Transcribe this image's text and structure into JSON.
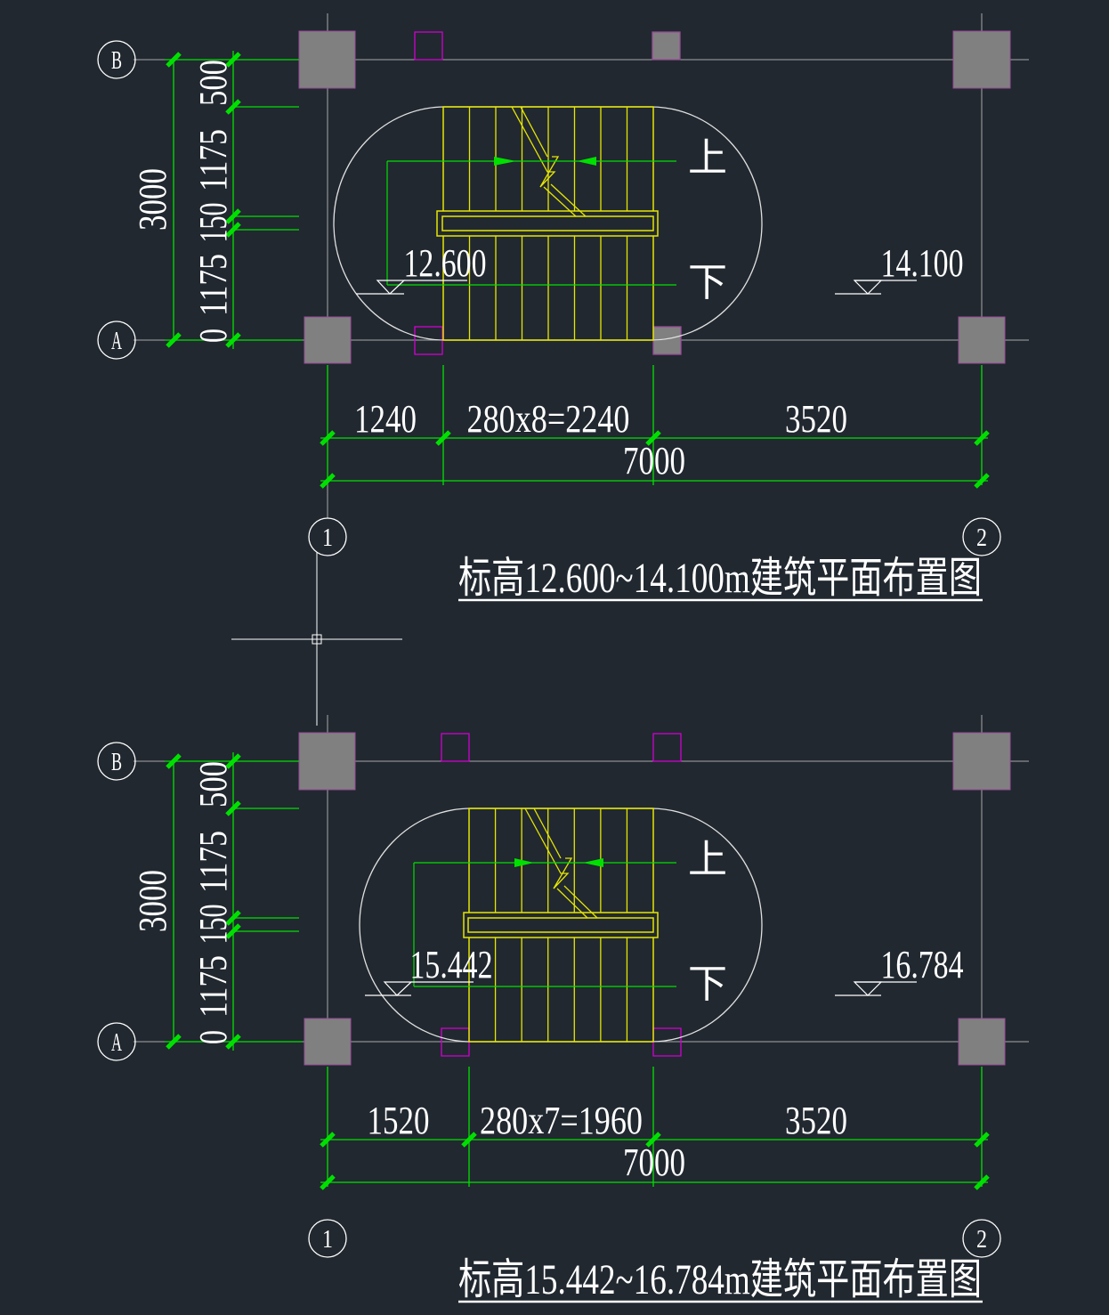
{
  "colors": {
    "background": "#212830",
    "grid": "#a8a8a8",
    "dimension": "#00e000",
    "stair": "#e6e600",
    "column": "#808080",
    "column_outline": "#9a4a9a",
    "opening": "#d000d0",
    "text": "#ffffff"
  },
  "plans": [
    {
      "axis_B": "B",
      "axis_A": "A",
      "axis_1": "1",
      "axis_2": "2",
      "dim_total_vertical": "3000",
      "dims_vertical": [
        "500",
        "1175",
        "150",
        "1175",
        "0"
      ],
      "dims_horizontal": [
        "1240",
        "280x8=2240",
        "3520"
      ],
      "dim_total_horizontal": "7000",
      "level_left": "12.600",
      "level_right": "14.100",
      "label_up": "上",
      "label_down": "下",
      "treads": 8,
      "title": "标高12.600~14.100m建筑平面布置图"
    },
    {
      "axis_B": "B",
      "axis_A": "A",
      "axis_1": "1",
      "axis_2": "2",
      "dim_total_vertical": "3000",
      "dims_vertical": [
        "500",
        "1175",
        "150",
        "1175",
        "0"
      ],
      "dims_horizontal": [
        "1520",
        "280x7=1960",
        "3520"
      ],
      "dim_total_horizontal": "7000",
      "level_left": "15.442",
      "level_right": "16.784",
      "label_up": "上",
      "label_down": "下",
      "treads": 7,
      "title": "标高15.442~16.784m建筑平面布置图"
    }
  ]
}
